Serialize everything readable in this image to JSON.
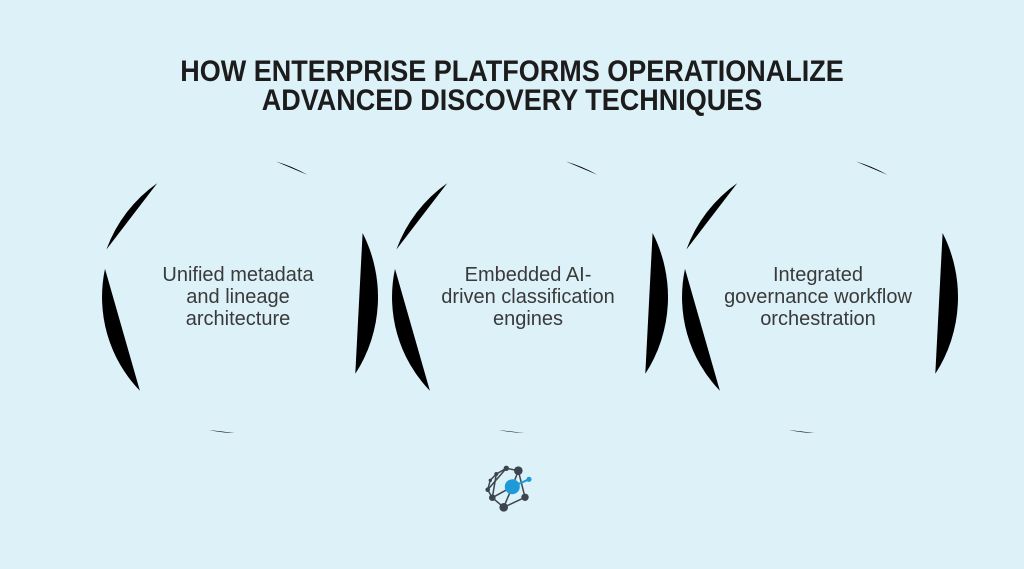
{
  "title": {
    "lines": [
      "HOW ENTERPRISE PLATFORMS OPERATIONALIZE",
      "ADVANCED DISCOVERY TECHNIQUES"
    ]
  },
  "circles": [
    {
      "id": "unified-metadata-architecture",
      "lines": [
        "Unified metadata",
        "and lineage",
        "architecture"
      ]
    },
    {
      "id": "embedded-ai-classification",
      "lines": [
        "Embedded AI-",
        "driven classification",
        "engines"
      ]
    },
    {
      "id": "governance-workflow-orchestration",
      "lines": [
        "Integrated",
        "governance workflow",
        "orchestration"
      ]
    }
  ],
  "logo": {
    "icon": "network-graph-icon"
  },
  "colors": {
    "background": "#ddf1f9",
    "arc_accent": "#29b1f1",
    "title_text": "#1c1c1c",
    "body_text": "#3a3a3a",
    "logo_dark": "#3c454d",
    "logo_blue": "#1f9ad8"
  }
}
